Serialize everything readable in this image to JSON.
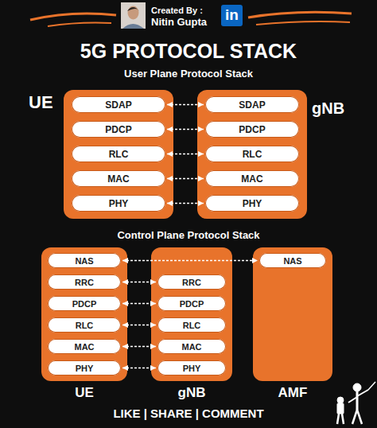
{
  "diagram": {
    "title": "5G PROTOCOL STACK",
    "nodes": [
      {
        "text": [
          "UE"
        ]
      },
      {
        "text": [
          "SDAP"
        ],
        "in": 0
      },
      {
        "text": [
          "PDCP"
        ],
        "in": 0
      },
      {
        "text": [
          "RLC"
        ],
        "in": 0
      },
      {
        "text": [
          "MAC"
        ],
        "in": 0
      },
      {
        "text": [
          "PHY"
        ],
        "in": 0
      },
      {
        "text": [
          "gNB"
        ]
      },
      {
        "text": [
          "SDAP"
        ],
        "in": 6
      },
      {
        "text": [
          "PDCP"
        ],
        "in": 6
      },
      {
        "text": [
          "RLC"
        ],
        "in": 6
      },
      {
        "text": [
          "MAC"
        ],
        "in": 6
      },
      {
        "text": [
          "PHY"
        ],
        "in": 6
      },
      {
        "text": [
          "UE"
        ]
      },
      {
        "text": [
          "NAS"
        ],
        "in": 12
      },
      {
        "text": [
          "RRC"
        ],
        "in": 12
      },
      {
        "text": [
          "PDCP"
        ],
        "in": 12
      },
      {
        "text": [
          "RLC"
        ],
        "in": 12
      },
      {
        "text": [
          "MAC"
        ],
        "in": 12
      },
      {
        "text": [
          "PHY"
        ],
        "in": 12
      },
      {
        "text": [
          "gNB"
        ]
      },
      {
        "text": [
          "RRC"
        ],
        "in": 19
      },
      {
        "text": [
          "PDCP"
        ],
        "in": 19
      },
      {
        "text": [
          "RLC"
        ],
        "in": 19
      },
      {
        "text": [
          "MAC"
        ],
        "in": 19
      },
      {
        "text": [
          "PHY"
        ],
        "in": 19
      },
      {
        "text": [
          "AMF"
        ]
      },
      {
        "text": [
          "NAS"
        ],
        "in": 25
      }
    ],
    "edges": [
      {
        "from": 1,
        "to": 7,
        "arrow": "both"
      },
      {
        "from": 2,
        "to": 8,
        "arrow": "both"
      },
      {
        "from": 3,
        "to": 9,
        "arrow": "both"
      },
      {
        "from": 4,
        "to": 10,
        "arrow": "both"
      },
      {
        "from": 5,
        "to": 11,
        "arrow": "both"
      },
      {
        "from": 13,
        "to": 26,
        "arrow": "both"
      },
      {
        "from": 14,
        "to": 20,
        "arrow": "both"
      },
      {
        "from": 15,
        "to": 21,
        "arrow": "both"
      },
      {
        "from": 16,
        "to": 22,
        "arrow": "both"
      },
      {
        "from": 17,
        "to": 23,
        "arrow": "both"
      },
      {
        "from": 18,
        "to": 24,
        "arrow": "both"
      }
    ],
    "labels": [
      "Created By :",
      "Nitin Gupta",
      "in",
      "User Plane Protocol Stack",
      "Control Plane Protocol Stack",
      "LIKE | SHARE | COMMENT"
    ]
  }
}
